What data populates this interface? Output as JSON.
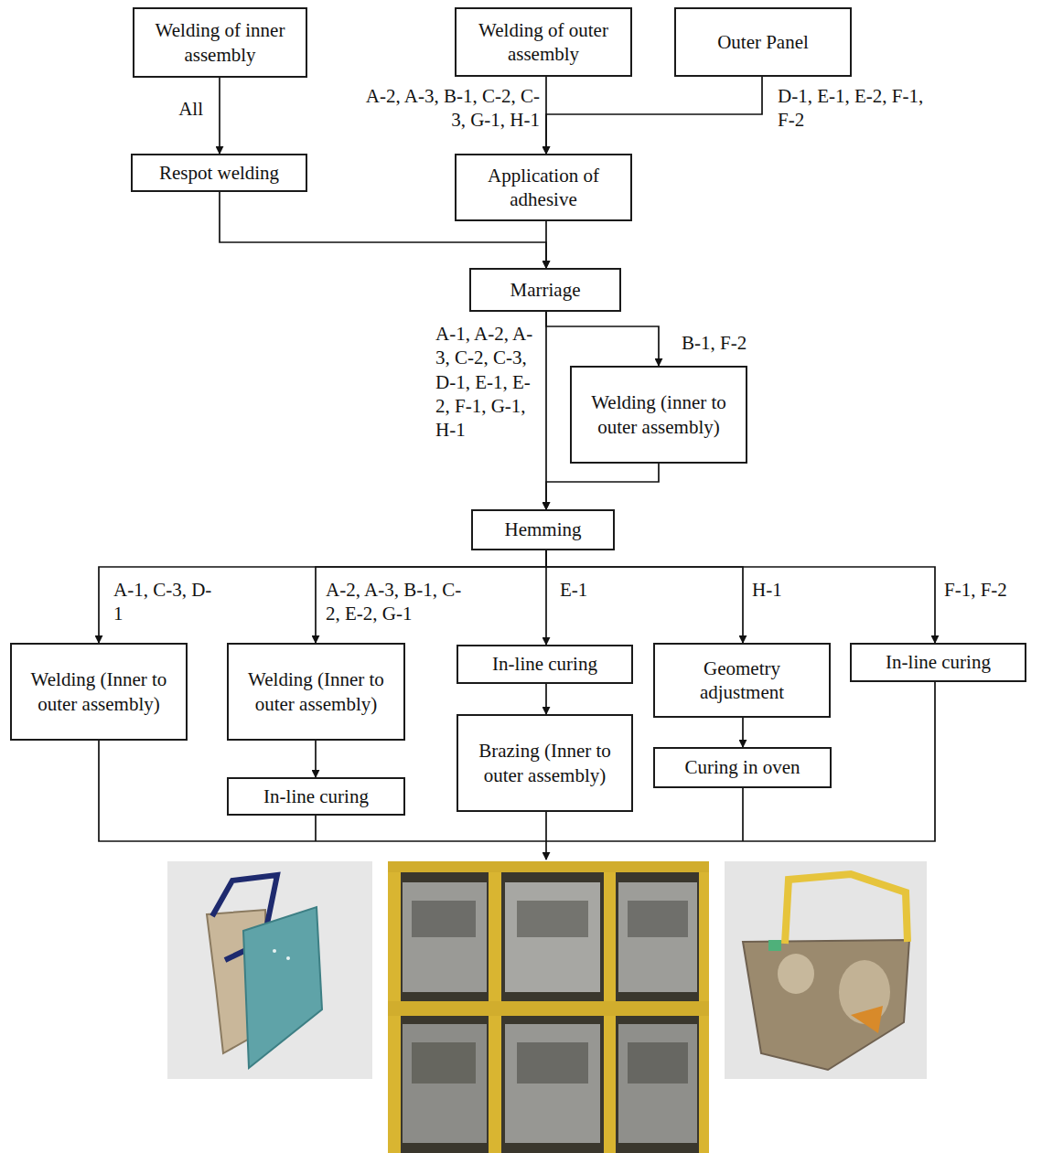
{
  "diagram": {
    "nodes": [
      {
        "text": [
          "Welding of inner assembly"
        ]
      },
      {
        "text": [
          "Welding of outer assembly"
        ]
      },
      {
        "text": [
          "Outer Panel"
        ]
      },
      {
        "text": [
          "Respot welding"
        ]
      },
      {
        "text": [
          "Application of adhesive"
        ]
      },
      {
        "text": [
          "Marriage"
        ]
      },
      {
        "text": [
          "Welding (inner to outer assembly)"
        ]
      },
      {
        "text": [
          "Hemming"
        ]
      },
      {
        "text": [
          "Welding (Inner to outer assembly)"
        ]
      },
      {
        "text": [
          "Welding (Inner to outer assembly)"
        ]
      },
      {
        "text": [
          "In-line curing"
        ]
      },
      {
        "text": [
          "Geometry adjustment"
        ]
      },
      {
        "text": [
          "In-line curing"
        ]
      },
      {
        "text": [
          "In-line curing"
        ]
      },
      {
        "text": [
          "Brazing (Inner to outer assembly)"
        ]
      },
      {
        "text": [
          "Curing in oven"
        ]
      }
    ],
    "edges": [
      {
        "from": 0,
        "to": 3,
        "label": "All",
        "arrow": "to"
      },
      {
        "from": 1,
        "to": 4,
        "label": "A-2, A-3, B-1, C-2, C-3, G-1, H-1",
        "arrow": "to"
      },
      {
        "from": 2,
        "to": 4,
        "label": "D-1, E-1, E-2, F-1, F-2",
        "arrow": "to"
      },
      {
        "from": 3,
        "to": 5,
        "arrow": "to"
      },
      {
        "from": 4,
        "to": 5,
        "arrow": "to"
      },
      {
        "from": 5,
        "to": 7,
        "label": "A-1, A-2, A-3, C-2, C-3, D-1, E-1, E-2, F-1, G-1, H-1",
        "arrow": "to"
      },
      {
        "from": 5,
        "to": 6,
        "label": "B-1, F-2",
        "arrow": "to"
      },
      {
        "from": 6,
        "to": 7,
        "arrow": "to"
      },
      {
        "from": 7,
        "to": 8,
        "label": "A-1, C-3, D-1",
        "arrow": "to"
      },
      {
        "from": 7,
        "to": 9,
        "label": "A-2, A-3, B-1, C-2, E-2, G-1",
        "arrow": "to"
      },
      {
        "from": 7,
        "to": 10,
        "label": "E-1",
        "arrow": "to"
      },
      {
        "from": 7,
        "to": 11,
        "label": "H-1",
        "arrow": "to"
      },
      {
        "from": 7,
        "to": 12,
        "label": "F-1, F-2",
        "arrow": "to"
      },
      {
        "from": 9,
        "to": 13,
        "arrow": "to"
      },
      {
        "from": 10,
        "to": 14,
        "arrow": "to"
      },
      {
        "from": 11,
        "to": 15,
        "arrow": "to"
      }
    ]
  }
}
